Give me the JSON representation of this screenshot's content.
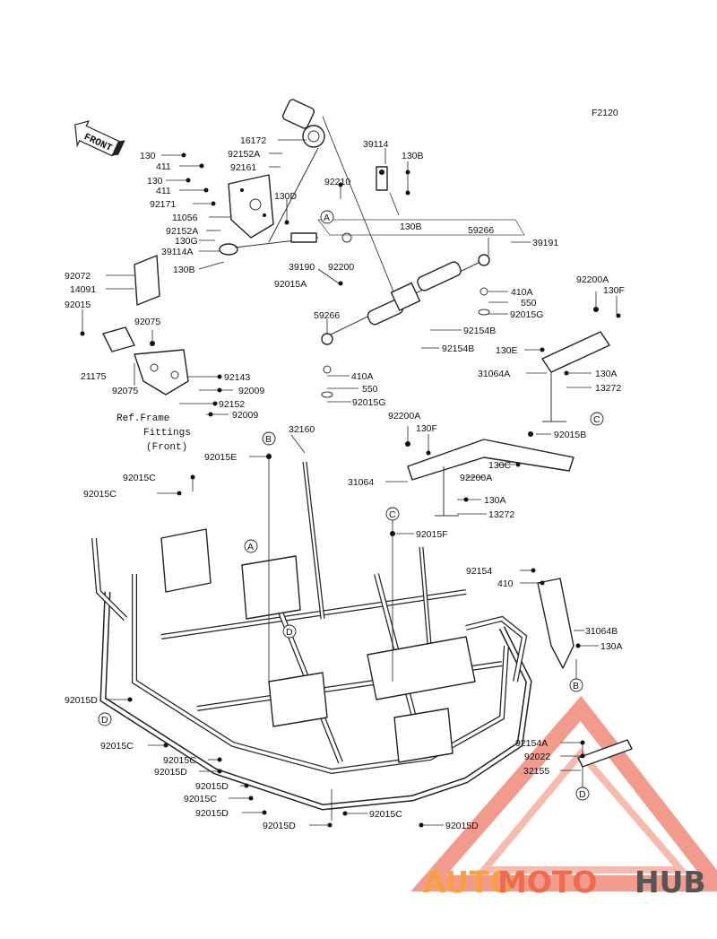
{
  "page_code": "F2120",
  "front_marker": "FRONT",
  "ref_note": [
    "Ref.Frame",
    "Fittings",
    "(Front)"
  ],
  "circle_markers": [
    "A",
    "B",
    "C",
    "D"
  ],
  "part_labels": {
    "p16172": "16172",
    "p92152A_top": "92152A",
    "p92161": "92161",
    "p130_a": "130",
    "p411_a": "411",
    "p130_b": "130",
    "p411_b": "411",
    "p92171": "92171",
    "p11056": "11056",
    "p92152A_mid": "92152A",
    "p130G": "130G",
    "p39114A": "39114A",
    "p130B_left": "130B",
    "p130D": "130D",
    "p92210": "92210",
    "p39190": "39190",
    "p92200": "92200",
    "p92015A": "92015A",
    "p39114": "39114",
    "p130B_top": "130B",
    "p130B_mid": "130B",
    "p59266_right": "59266",
    "p39191": "39191",
    "p410A_right": "410A",
    "p550_right": "550",
    "p92015G_right": "92015G",
    "p92154B_a": "92154B",
    "p92154B_b": "92154B",
    "p59266_left": "59266",
    "p410A_left": "410A",
    "p550_left": "550",
    "p92015G_left": "92015G",
    "p92072": "92072",
    "p14091": "14091",
    "p92015": "92015",
    "p92075_a": "92075",
    "p21175": "21175",
    "p92075_b": "92075",
    "p92143": "92143",
    "p92009_a": "92009",
    "p92152": "92152",
    "p92009_b": "92009",
    "p92200A_r": "92200A",
    "p130F_r": "130F",
    "p130E": "130E",
    "p31064A": "31064A",
    "p130A_r1": "130A",
    "p13272_r1": "13272",
    "p92015B": "92015B",
    "p92200A_m": "92200A",
    "p130F_m": "130F",
    "p130C": "130C",
    "p92200A_m2": "92200A",
    "p31064": "31064",
    "p130A_m": "130A",
    "p13272_m": "13272",
    "p32160": "32160",
    "p92015E": "92015E",
    "p92015C_a": "92015C",
    "p92015C_b": "92015C",
    "p92015F": "92015F",
    "p92154": "92154",
    "p410": "410",
    "p31064B": "31064B",
    "p130A_b": "130A",
    "p92015D_a": "92015D",
    "p92015C_c": "92015C",
    "p92015C_d": "92015C",
    "p92015D_b": "92015D",
    "p92015D_c": "92015D",
    "p92015C_e": "92015C",
    "p92015D_d": "92015D",
    "p92015D_e": "92015D",
    "p92015C_f": "92015C",
    "p92015D_f": "92015D",
    "p92154A": "92154A",
    "p92022": "92022",
    "p32155": "32155"
  },
  "watermark": {
    "part1": "AUTO",
    "part2": "MOTO",
    "part3": "HUB",
    "color1": "#f5a142",
    "color2": "#ee6b4d",
    "color3": "#555555"
  }
}
